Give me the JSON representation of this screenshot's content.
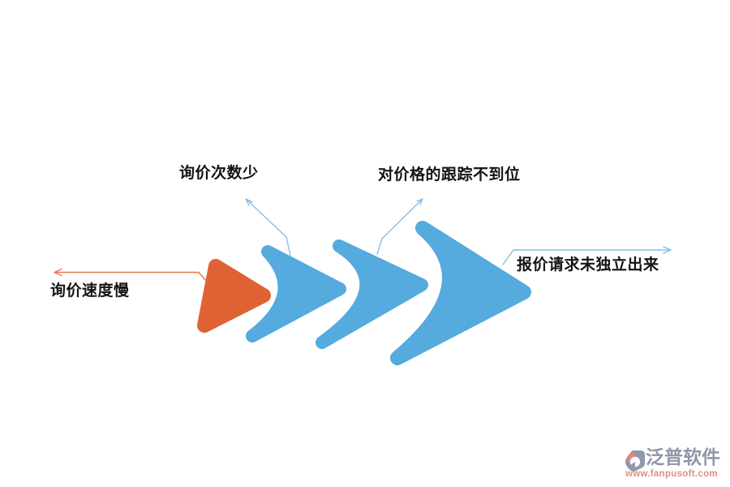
{
  "diagram": {
    "type": "sequential-arrow-process",
    "labels": {
      "inquiry_count": "询价次数少",
      "price_tracking": "对价格的跟踪不到位",
      "inquiry_speed": "询价速度慢",
      "quote_request": "报价请求未独立出来"
    },
    "shapes": [
      {
        "name": "arrow-1",
        "color": "#DF6234",
        "linked_label": "询价速度慢"
      },
      {
        "name": "arrow-2",
        "color": "#55AADE",
        "linked_label": "询价次数少"
      },
      {
        "name": "arrow-3",
        "color": "#55AADE",
        "linked_label": "对价格的跟踪不到位"
      },
      {
        "name": "arrow-4",
        "color": "#55AADE",
        "linked_label": "报价请求未独立出来"
      }
    ],
    "colors": {
      "orange_arrow": "#DF6234",
      "blue_arrow": "#55AADE",
      "orange_callout_line": "#E8764E",
      "blue_callout_line": "#85BEE4",
      "label_text": "#141414",
      "background": "#FFFFFF"
    }
  },
  "watermark": {
    "brand": "泛普软件",
    "url": "www.fanpusoft.com",
    "brand_color": "#8D97AA",
    "url_color": "#DF8D80",
    "icon": "fanpu-logo"
  }
}
